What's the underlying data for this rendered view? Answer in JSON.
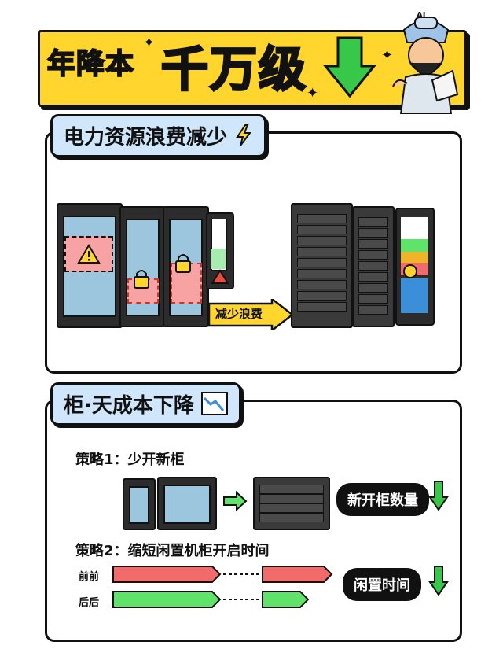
{
  "banner": {
    "title_small": "年降本",
    "title_big": "千万级"
  },
  "section1": {
    "title": "电力资源浪费减少",
    "arrow_label": "减少浪费"
  },
  "section2": {
    "title": "柜·天成本下降",
    "strategy1": "策略1：少开新柜",
    "strategy1_badge": "新开柜数量",
    "strategy2": "策略2：缩短闲置机柜开启时间",
    "strategy2_badge": "闲置时间",
    "row_before": "前前",
    "row_after": "后后"
  },
  "character_badge": "AI",
  "colors": {
    "banner_yellow": "#ffd52e",
    "accent_green": "#37c84a",
    "tab_blue": "#cfe6fb",
    "bar_red": "#f26a6a",
    "bar_green": "#5fe36a"
  },
  "icons": [
    "lightning-icon",
    "chart-down-icon",
    "warning-icon",
    "lock-icon",
    "down-arrow-icon",
    "right-arrow-icon"
  ]
}
